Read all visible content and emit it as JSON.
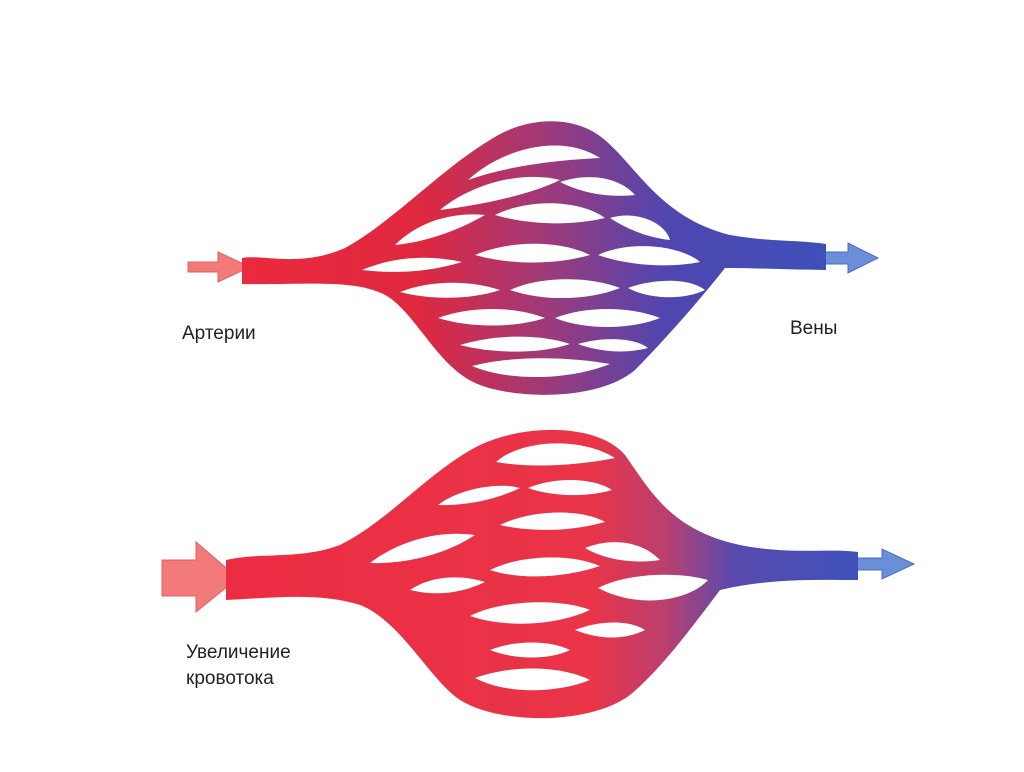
{
  "labels": {
    "arteries": "Артерии",
    "veins": "Вены",
    "increase": "Увеличение\nкровотока"
  },
  "colors": {
    "artery": "#e8283c",
    "artery_dark": "#c8233a",
    "vein": "#4252b8",
    "capillary_mix": "#8e3a88",
    "inflow_arrow": "#f27a78",
    "outflow_arrow": "#6a8ed8",
    "background": "#ffffff"
  },
  "icons": {
    "inflow": "arrow-right-icon",
    "outflow": "arrow-right-icon"
  }
}
